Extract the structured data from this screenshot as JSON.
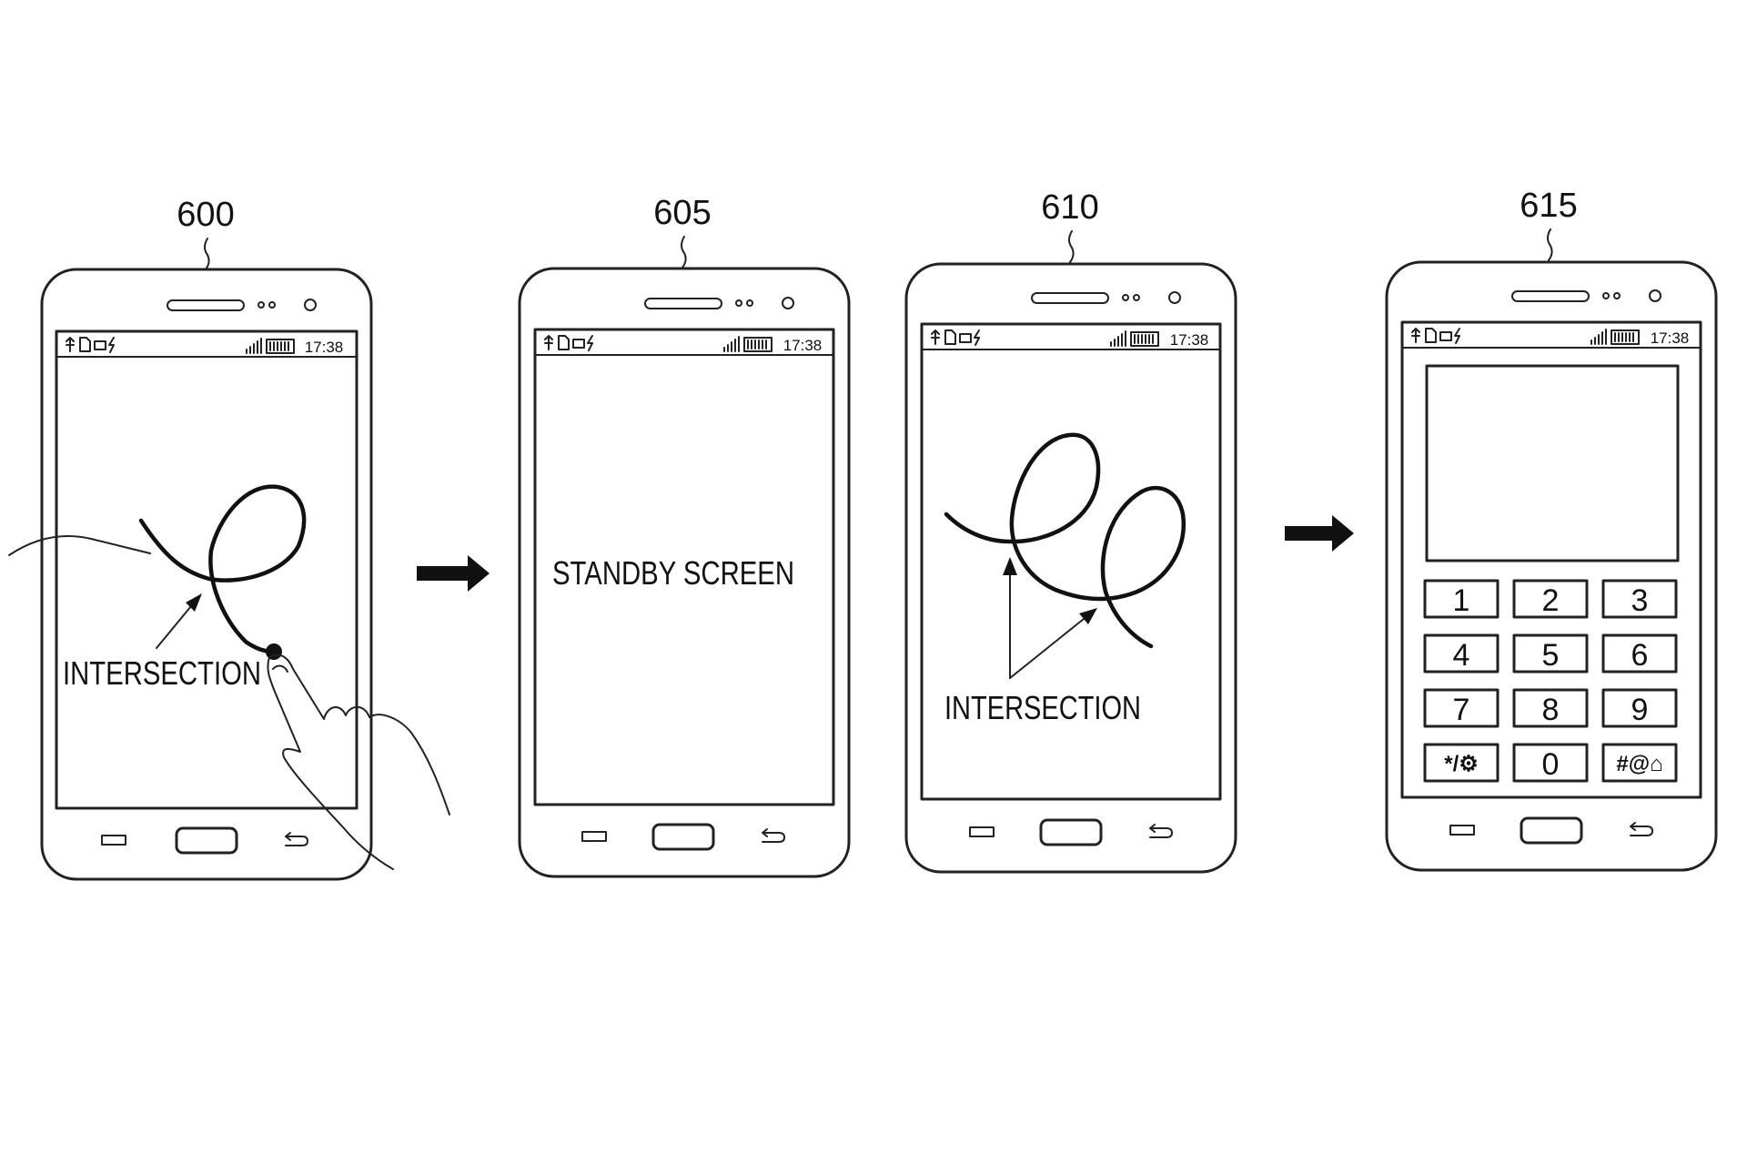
{
  "phones": [
    {
      "ref": "600",
      "status_time": "17:38",
      "label": "INTERSECTION"
    },
    {
      "ref": "605",
      "status_time": "17:38",
      "label": "STANDBY SCREEN"
    },
    {
      "ref": "610",
      "status_time": "17:38",
      "label": "INTERSECTION"
    },
    {
      "ref": "615",
      "status_time": "17:38",
      "keypad": [
        "1",
        "2",
        "3",
        "4",
        "5",
        "6",
        "7",
        "8",
        "9",
        "*/⚙",
        "0",
        "#@⌂"
      ]
    }
  ],
  "icons": {
    "status_left": [
      "usb-icon",
      "file-icon",
      "message-icon",
      "flash-icon"
    ],
    "status_right": [
      "signal-icon",
      "battery-icon"
    ],
    "nav": [
      "menu-key-icon",
      "home-key-icon",
      "back-key-icon"
    ],
    "transition": "right-arrow-icon",
    "hand": "finger-hand-icon"
  }
}
